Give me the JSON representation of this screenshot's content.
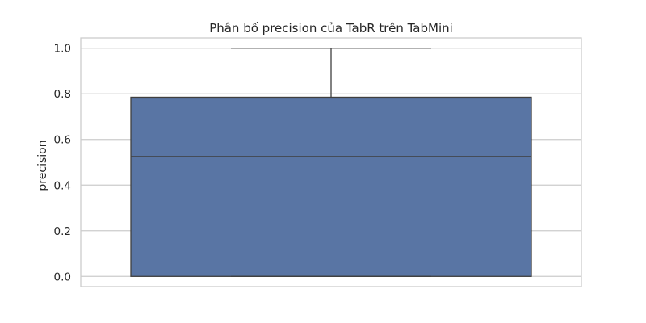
{
  "chart_data": {
    "type": "box",
    "title": "Phân bố precision của TabR trên TabMini",
    "xlabel": "",
    "ylabel": "precision",
    "ylim": [
      -0.045,
      1.045
    ],
    "yticks": [
      0.0,
      0.2,
      0.4,
      0.6,
      0.8,
      1.0
    ],
    "ytick_labels": [
      "0.0",
      "0.2",
      "0.4",
      "0.6",
      "0.8",
      "1.0"
    ],
    "grid": true,
    "series": [
      {
        "min": 0.0,
        "q1": 0.0,
        "median": 0.525,
        "q3": 0.785,
        "max": 1.0,
        "color": "#5975a4"
      }
    ]
  }
}
